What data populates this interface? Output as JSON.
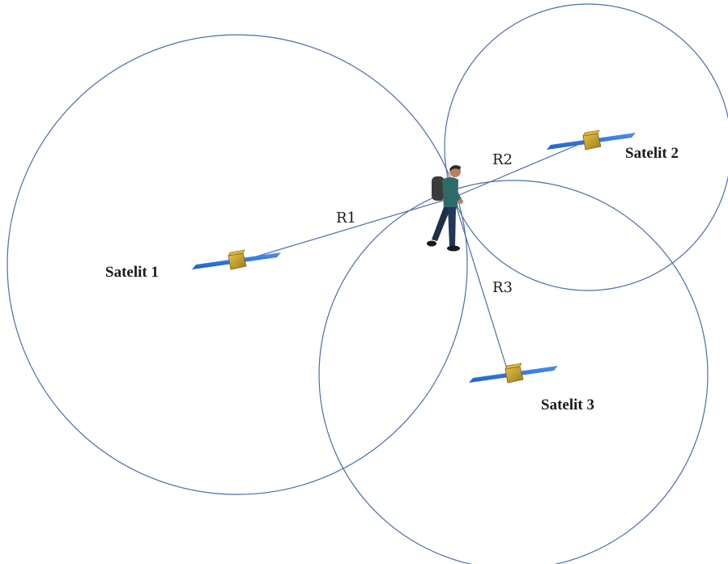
{
  "satellites": [
    {
      "label": "Satelit 1"
    },
    {
      "label": "Satelit 2"
    },
    {
      "label": "Satelit 3"
    }
  ],
  "ranges": [
    {
      "label": "R1"
    },
    {
      "label": "R2"
    },
    {
      "label": "R3"
    }
  ],
  "colors": {
    "circle": "#4a6fa8",
    "panel": "#2a6fd6",
    "body": "#c9a227"
  }
}
